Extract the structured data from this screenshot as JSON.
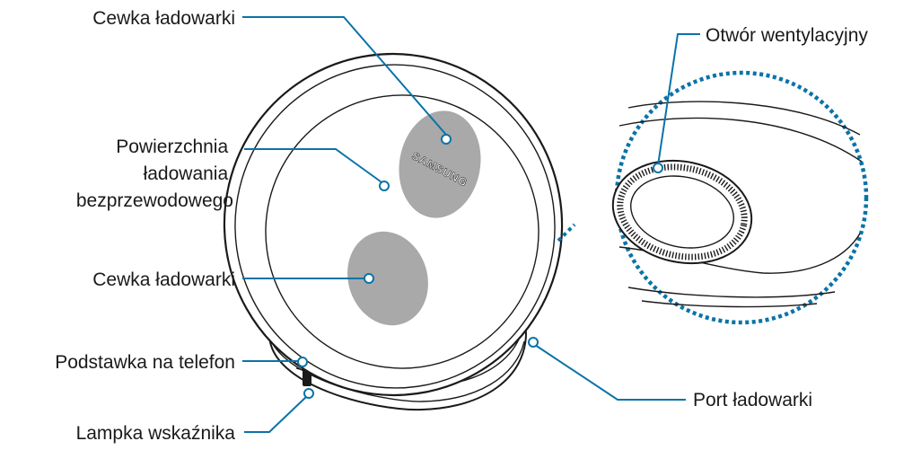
{
  "labels": {
    "charger_coil_top": "Cewka ładowarki",
    "charging_surface": [
      "Powierzchnia",
      "ładowania",
      "bezprzewodowego"
    ],
    "charger_coil_bottom": "Cewka ładowarki",
    "phone_stand": "Podstawka na telefon",
    "indicator_light": "Lampka wskaźnika",
    "vent_hole": "Otwór wentylacyjny",
    "charger_port": "Port ładowarki"
  },
  "brand_text": "SAMSUNG",
  "colors": {
    "leader_line": "#0a73a8",
    "coil_fill": "#a9a9a9",
    "outline": "#1a1a1a",
    "zoom_circle": "#0a73a8"
  }
}
